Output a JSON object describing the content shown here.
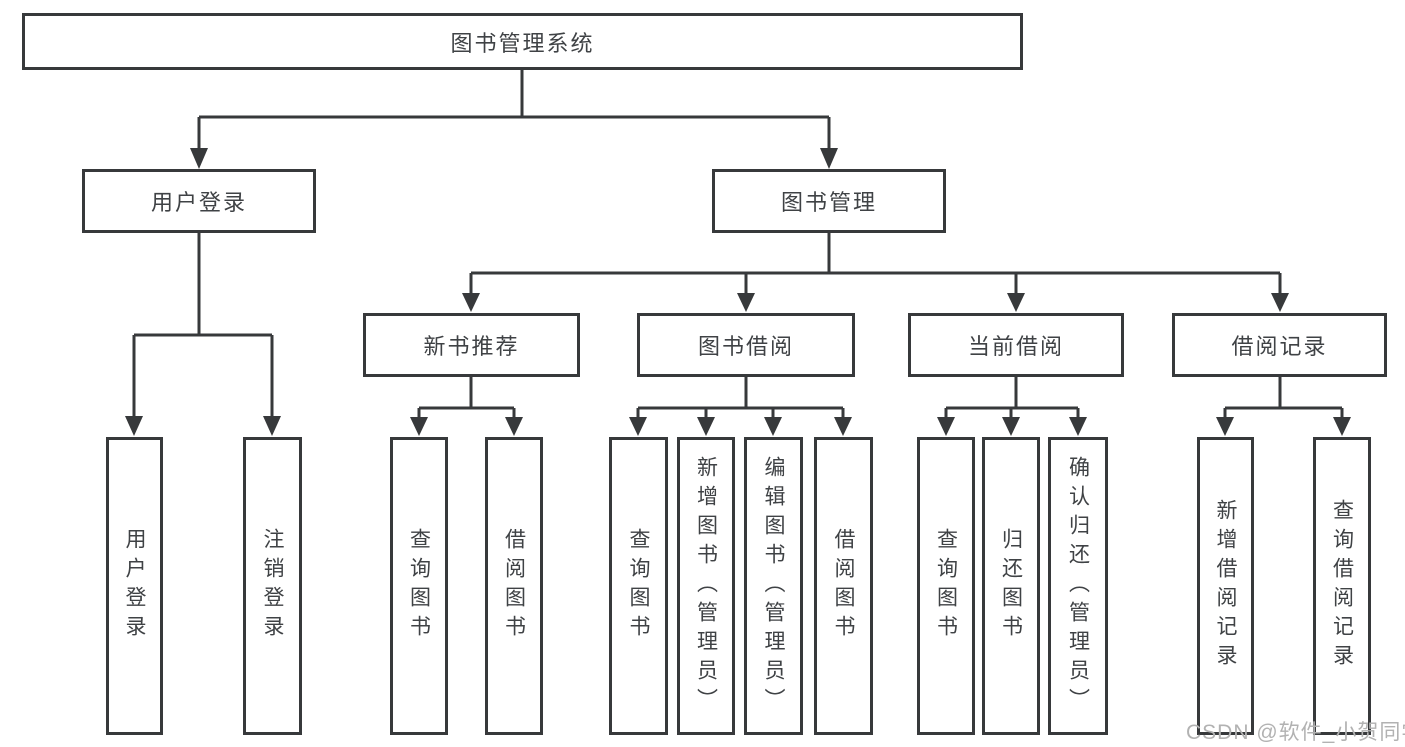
{
  "tree": {
    "label": "图书管理系统",
    "children": [
      {
        "label": "用户登录",
        "children": [
          {
            "label": "用户登录"
          },
          {
            "label": "注销登录"
          }
        ]
      },
      {
        "label": "图书管理",
        "children": [
          {
            "label": "新书推荐",
            "children": [
              {
                "label": "查询图书"
              },
              {
                "label": "借阅图书"
              }
            ]
          },
          {
            "label": "图书借阅",
            "children": [
              {
                "label": "查询图书"
              },
              {
                "label": "新增图书（管理员）"
              },
              {
                "label": "编辑图书（管理员）"
              },
              {
                "label": "借阅图书"
              }
            ]
          },
          {
            "label": "当前借阅",
            "children": [
              {
                "label": "查询图书"
              },
              {
                "label": "归还图书"
              },
              {
                "label": "确认归还（管理员）"
              }
            ]
          },
          {
            "label": "借阅记录",
            "children": [
              {
                "label": "新增借阅记录"
              },
              {
                "label": "查询借阅记录"
              }
            ]
          }
        ]
      }
    ]
  },
  "watermark": {
    "text": "CSDN @软件_小贺同学"
  },
  "colors": {
    "line": "#37393b",
    "text": "#3f4245",
    "watermark": "#b2b2b2",
    "background": "#ffffff"
  }
}
